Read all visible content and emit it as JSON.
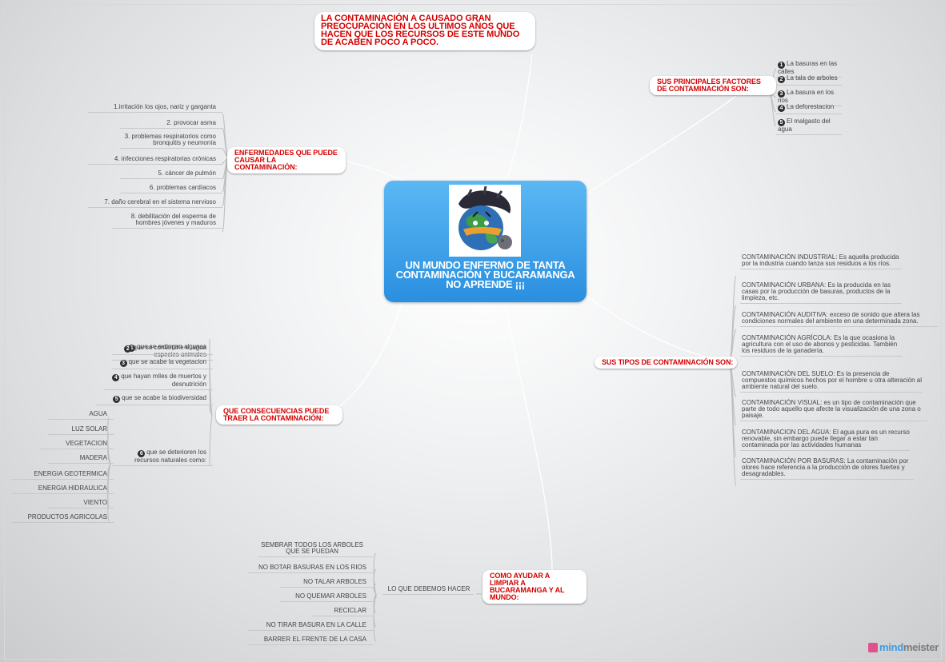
{
  "central": {
    "title": "UN MUNDO ENFERMO DE TANTA CONTAMINACIÓN Y BUCARAMANGA NO APRENDE ¡¡¡",
    "image": "sick-earth-illustration"
  },
  "top_topic": "LA CONTAMINACIÓN A CAUSADO GRAN PREOCUPACIÓN EN LOS ULTIMOS AÑOS QUE HACEN QUE LOS RECURSOS DE ESTE MUNDO DE ACABEN POCO A POCO.",
  "factores": {
    "title": "SUS PRINCIPALES FACTORES DE CONTAMINACIÓN SON:",
    "items": [
      {
        "n": "1",
        "text": "La basuras en las calles"
      },
      {
        "n": "2",
        "text": "La tala de arboles"
      },
      {
        "n": "3",
        "text": "La basura en los rios"
      },
      {
        "n": "4",
        "text": "La deforestacion"
      },
      {
        "n": "5",
        "text": "El malgasto del agua"
      }
    ]
  },
  "enfermedades": {
    "title": "ENFERMEDADES QUE PUEDE CAUSAR LA CONTAMINACIÓN:",
    "items": [
      "1.irritación los ojos, nariz y garganta",
      "2. provocar asma",
      "3. problemas respiratorios como bronquitis y neumonía",
      "4. infecciones respiratorias crónicas",
      "5. cáncer de pulmón",
      "6. problemas cardíacos",
      "7. daño cerebral en el sistema nervioso",
      "8. debilitación del esperma de hombres jóvenes y maduros"
    ]
  },
  "tipos": {
    "title": "SUS TIPOS DE CONTAMINACIÓN SON:",
    "items": [
      "CONTAMINACIÓN INDUSTRIAL: Es aquella producida por la industria cuando lanza sus residuos a los ríos.",
      "CONTAMINACIÓN URBANA: Es la producida en las casas por la producción de basuras, productos de la limpieza, etc.",
      "CONTAMINACIÓN AUDITIVA: exceso de sonido que altera las condiciones normales del ambiente en una determinada zona.",
      "CONTAMINACIÓN AGRÍCOLA: Es la que ocasiona la agricultura con el uso de abonos y pesticidas. También los residuos de la ganadería.",
      "CONTAMINACIÓN DEL SUELO: Es la presencia de compuestos químicos hechos por el hombre u otra alteración al ambiente natural del suelo.",
      "CONTAMINACIÓN VISUAL: es un tipo de contaminación que parte de todo aquello que afecte la visualización de una zona o paisaje.",
      "CONTAMINACION DEL AGUA: El agua pura es un recurso renovable, sin embargo puede llegar a estar tan contaminada por las actividades humanas",
      "CONTAMINACIÓN POR BASURAS: La contaminación por olores hace referencia a la producción de olores fuertes y desagradables."
    ]
  },
  "consecuencias": {
    "title": "QUE CONSECUENCIAS PUEDE TRAER LA CONTAMINACIÓN:",
    "items": [
      {
        "n": "1",
        "text": "que se extingan algunas especies animales"
      },
      {
        "n": "2",
        "text": "que se contamine el agua"
      },
      {
        "n": "3",
        "text": "que se acabe la vegetacion"
      },
      {
        "n": "4",
        "text": "que hayan miles de muertos y desnutrición"
      },
      {
        "n": "5",
        "text": "que se acabe la biodiversidad"
      },
      {
        "n": "6",
        "text": "que se deterioren los recursos naturales como:"
      }
    ],
    "recursos": [
      "AGUA",
      "LUZ SOLAR",
      "VEGETACION",
      "MADERA",
      "ENERGIA GEOTERMICA",
      "ENERGIA HIDRAULICA",
      "VIENTO",
      "PRODUCTOS AGRICOLAS"
    ]
  },
  "ayudar": {
    "title": "COMO AYUDAR A LIMPIAR A BUCARAMANGA Y AL MUNDO:",
    "sub": "LO QUE DEBEMOS HACER",
    "items": [
      "SEMBRAR TODOS LOS ARBOLES QUE SE PUEDAN",
      "NO BOTAR BASURAS EN LOS RIOS",
      "NO TALAR ARBOLES",
      "NO QUEMAR ARBOLES",
      "RECICLAR",
      "NO TIRAR BASURA EN LA CALLE",
      "BARRER EL FRENTE DE LA CASA"
    ]
  },
  "brand": {
    "prefix": "mind",
    "suffix": "meister"
  },
  "colors": {
    "central": "#3aa3ee",
    "topic_text": "#d40000",
    "branch": "#ffffff"
  }
}
